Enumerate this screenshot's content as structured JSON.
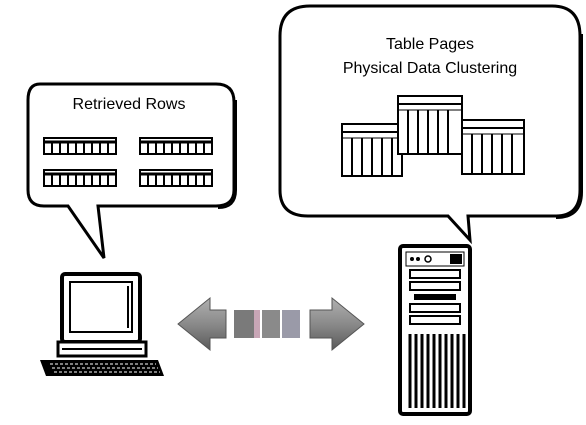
{
  "client_bubble": {
    "label": "Retrieved Rows"
  },
  "server_bubble": {
    "line1": "Table Pages",
    "line2": "Physical Data Clustering"
  },
  "icons": {
    "client": "desktop-computer-icon",
    "server": "tower-server-icon",
    "link": "bidirectional-arrow-icon"
  },
  "colors": {
    "outline": "#000000",
    "arrow": "#808080",
    "bubble_fill": "#ffffff"
  }
}
